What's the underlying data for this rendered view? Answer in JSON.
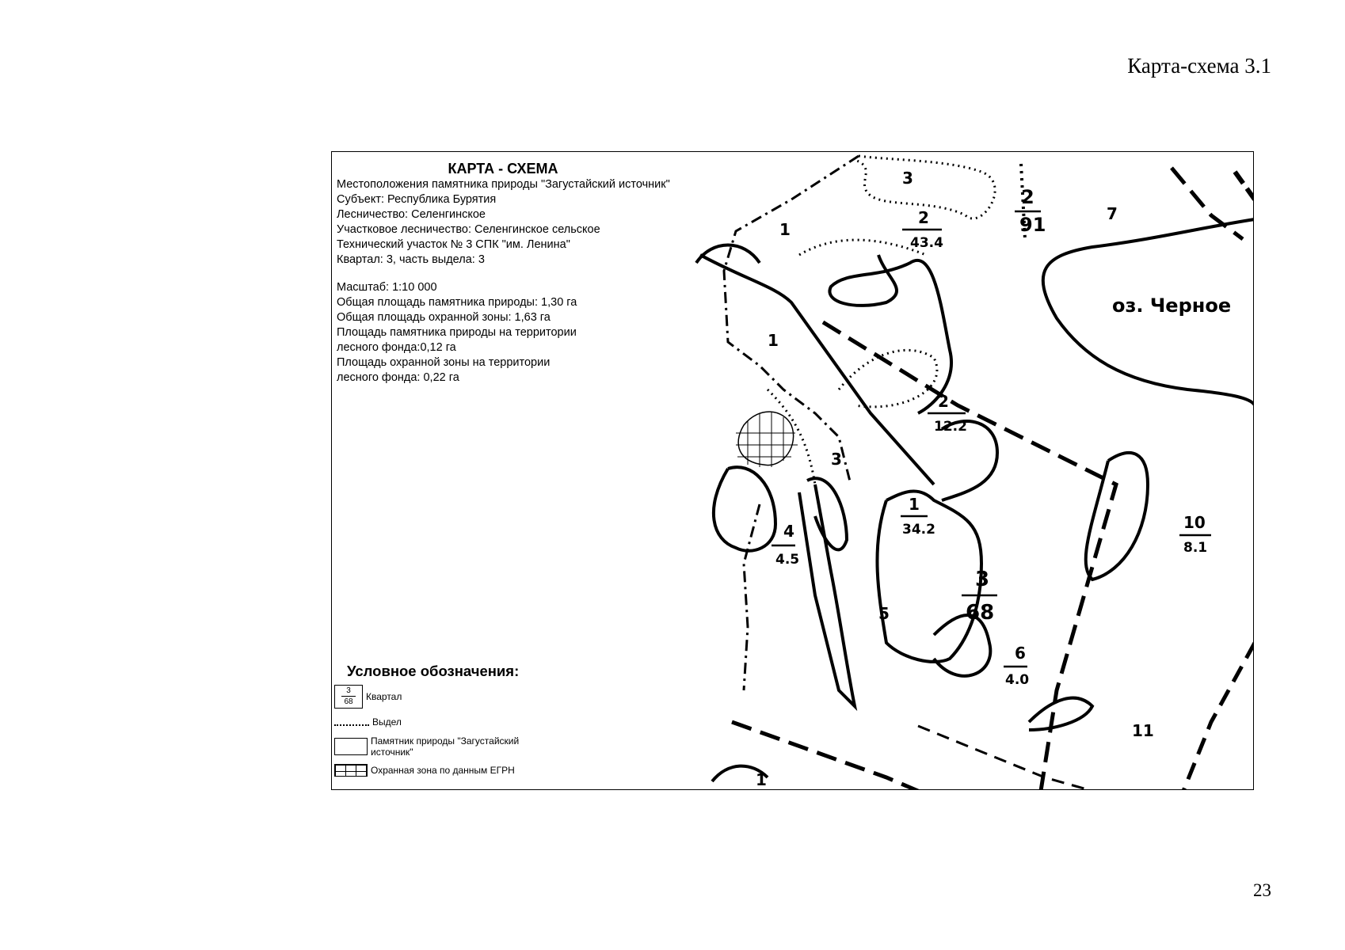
{
  "page": {
    "header": "Карта-схема 3.1",
    "page_number": "23"
  },
  "info": {
    "title": "КАРТА - СХЕМА",
    "subtitle": "Местоположения памятника природы \"Загустайский источник\"",
    "subject": "Субъект: Республика Бурятия",
    "forestry": "Лесничество: Селенгинское",
    "district_forestry": "Участковое лесничество: Селенгинское сельское",
    "tech_section": "Технический участок № 3 СПК \"им. Ленина\"",
    "quarter": "Квартал: 3, часть выдела: 3",
    "scale": "Масштаб: 1:10 000",
    "total_area_monument": "Общая площадь  памятника природы: 1,30 га",
    "total_area_zone": "Общая площадь охранной зоны: 1,63 га",
    "monument_forest_line1": "Площадь  памятника природы на территории",
    "monument_forest_line2": "лесного фонда:0,12 га",
    "zone_forest_line1": "Площадь охранной зоны  на территории",
    "zone_forest_line2": "лесного фонда: 0,22 га"
  },
  "legend": {
    "title": "Условное обозначения:",
    "kvartal_num": "3",
    "kvartal_den": "68",
    "kvartal_label": "Квартал",
    "vydel_label": "Выдел",
    "monument_label_1": "Памятник природы \"Загустайский",
    "monument_label_2": "источник\"",
    "zone_label": "Охранная зона по данным ЕГРН"
  },
  "map": {
    "lake_label": "оз. Черное",
    "labels": [
      {
        "id": "q3-top",
        "text": "3"
      },
      {
        "id": "q2-num",
        "text": "2"
      },
      {
        "id": "q2-den",
        "text": "43.4"
      },
      {
        "id": "q2b-num",
        "text": "2"
      },
      {
        "id": "q2b-den",
        "text": "91"
      },
      {
        "id": "q7",
        "text": "7"
      },
      {
        "id": "q1a",
        "text": "1"
      },
      {
        "id": "q1b",
        "text": "1"
      },
      {
        "id": "v2-num",
        "text": "2"
      },
      {
        "id": "v2-den",
        "text": "12.2"
      },
      {
        "id": "v3",
        "text": "3"
      },
      {
        "id": "v4-num",
        "text": "4"
      },
      {
        "id": "v4-den",
        "text": "4.5"
      },
      {
        "id": "v1-num",
        "text": "1"
      },
      {
        "id": "v1-den",
        "text": "34.2"
      },
      {
        "id": "k3-num",
        "text": "3"
      },
      {
        "id": "k3-den",
        "text": "68"
      },
      {
        "id": "v5",
        "text": "5"
      },
      {
        "id": "v6-num",
        "text": "6"
      },
      {
        "id": "v6-den",
        "text": "4.0"
      },
      {
        "id": "v10-num",
        "text": "10"
      },
      {
        "id": "v10-den",
        "text": "8.1"
      },
      {
        "id": "v11",
        "text": "11"
      },
      {
        "id": "v1c",
        "text": "1"
      }
    ]
  }
}
